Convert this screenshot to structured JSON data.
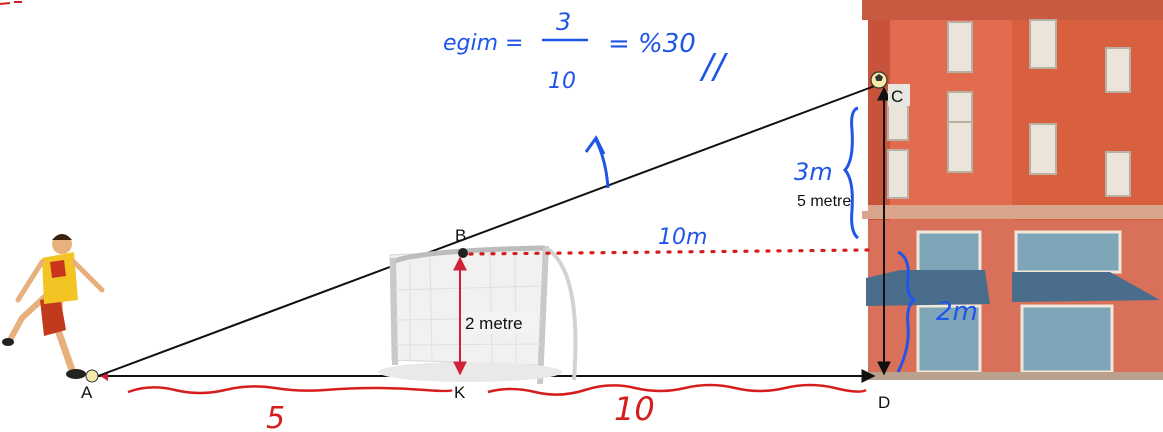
{
  "points": {
    "A": "A",
    "B": "B",
    "C": "C",
    "D": "D",
    "K": "K"
  },
  "measurements": {
    "goal_height": "2 metre",
    "building_height": "5 metre"
  },
  "annotations": {
    "slope_lhs": "egim =",
    "slope_num": "3",
    "slope_den": "10",
    "slope_rhs": "= %30",
    "slope_end": "//",
    "upper_segment": "3m",
    "lower_segment": "2m",
    "horizontal_gap": "10m",
    "ak_length": "5",
    "kd_length": "10"
  },
  "colors": {
    "handwriting_blue": "#1f56e8",
    "handwriting_red": "#d61d1d",
    "diagram_line": "#111111",
    "measure_arrow": "#d0213a",
    "building_brick": "#e0694d"
  }
}
